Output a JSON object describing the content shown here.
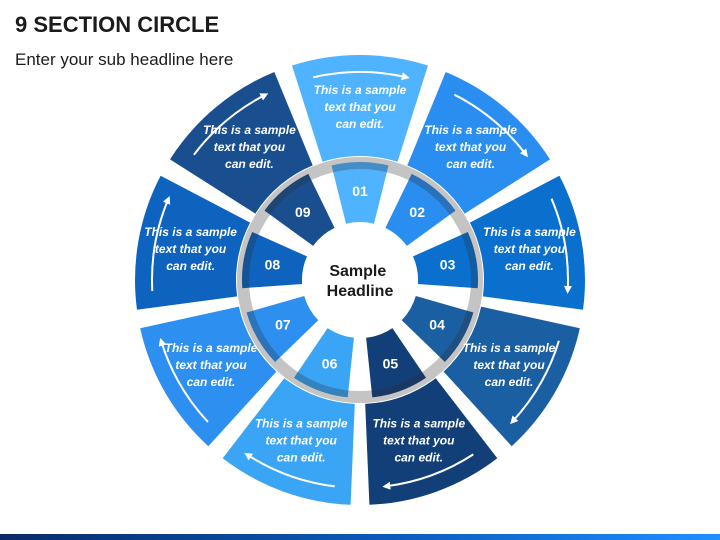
{
  "header": {
    "title": "9 SECTION CIRCLE",
    "subtitle": "Enter your sub headline here"
  },
  "center": {
    "headline": [
      "Sample",
      "Headline"
    ]
  },
  "sections": [
    {
      "number": "01",
      "text": [
        "This is a sample",
        "text that you",
        "can edit."
      ],
      "color": "#4fb3ff"
    },
    {
      "number": "02",
      "text": [
        "This is a sample",
        "text that you",
        "can edit."
      ],
      "color": "#2a8df0"
    },
    {
      "number": "03",
      "text": [
        "This is a sample",
        "text that you",
        "can edit."
      ],
      "color": "#0b6fce"
    },
    {
      "number": "04",
      "text": [
        "This is a sample",
        "text that you",
        "can edit."
      ],
      "color": "#1b5fa3"
    },
    {
      "number": "05",
      "text": [
        "This is a sample",
        "text that you",
        "can edit."
      ],
      "color": "#123f78"
    },
    {
      "number": "06",
      "text": [
        "This is a sample",
        "text that you",
        "can edit."
      ],
      "color": "#3aa5f5"
    },
    {
      "number": "07",
      "text": [
        "This is a sample",
        "text that you",
        "can edit."
      ],
      "color": "#2d8ff0"
    },
    {
      "number": "08",
      "text": [
        "This is a sample",
        "text that you",
        "can edit."
      ],
      "color": "#0d63bd"
    },
    {
      "number": "09",
      "text": [
        "This is a sample",
        "text that you",
        "can edit."
      ],
      "color": "#1a4f8f"
    }
  ]
}
